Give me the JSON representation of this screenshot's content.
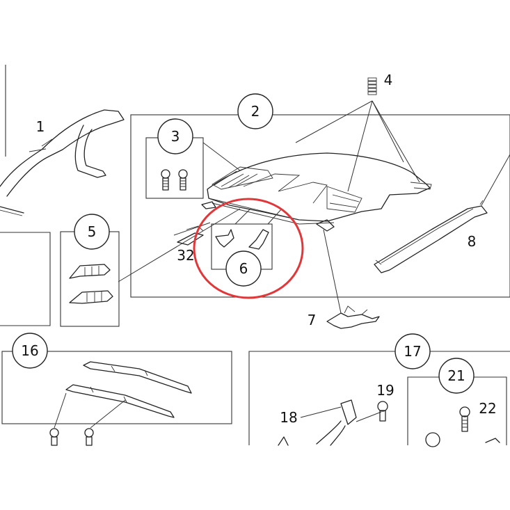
{
  "highlight_color": "#e0383a",
  "callouts": {
    "c1": "1",
    "c2": "2",
    "c3": "3",
    "c4": "4",
    "c5": "5",
    "c6": "6",
    "c7": "7",
    "c8": "8",
    "c16": "16",
    "c17": "17",
    "c18": "18",
    "c19": "19",
    "c21": "21",
    "c22": "22",
    "c32": "32"
  }
}
